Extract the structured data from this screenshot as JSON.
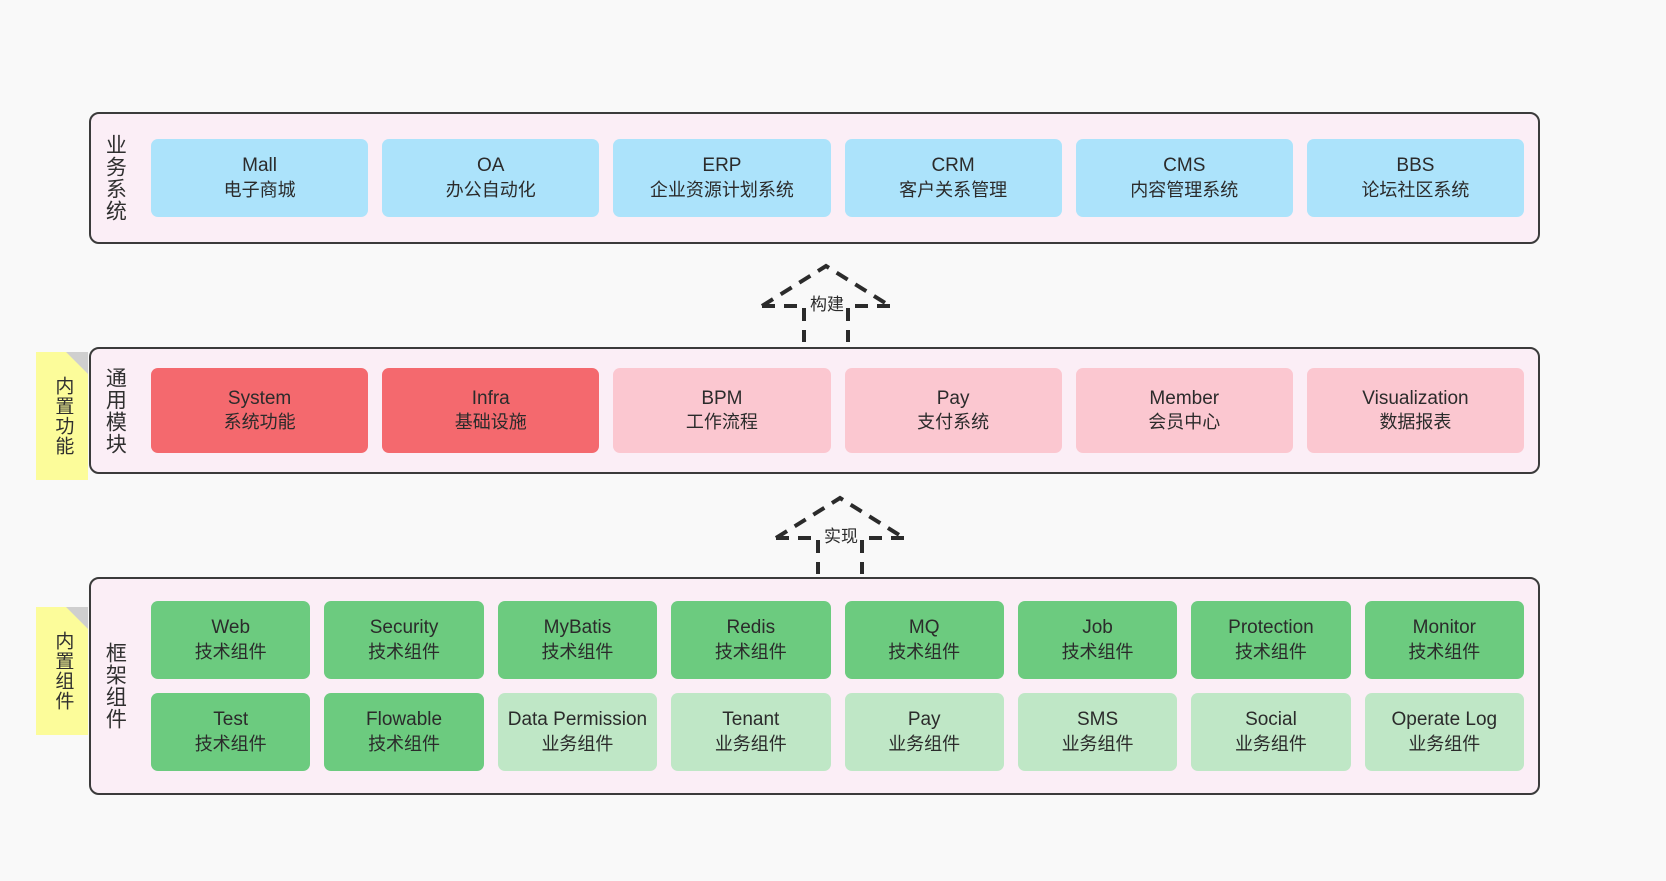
{
  "diagram": {
    "background": "#f9f9f9",
    "layer_fill": "#fbeef6",
    "layer_border": "#3b3b3b",
    "sticky_fill": "#fcfc9a"
  },
  "business_layer": {
    "title": "业务系统",
    "cards": [
      {
        "name": "Mall",
        "desc": "电子商城"
      },
      {
        "name": "OA",
        "desc": "办公自动化"
      },
      {
        "name": "ERP",
        "desc": "企业资源计划系统"
      },
      {
        "name": "CRM",
        "desc": "客户关系管理"
      },
      {
        "name": "CMS",
        "desc": "内容管理系统"
      },
      {
        "name": "BBS",
        "desc": "论坛社区系统"
      }
    ]
  },
  "connector_build": {
    "label": "构建"
  },
  "module_layer": {
    "title": "通用模块",
    "sticky": "内置功能",
    "cards": [
      {
        "name": "System",
        "desc": "系统功能",
        "style": "mod-strong",
        "color": "#f4696e"
      },
      {
        "name": "Infra",
        "desc": "基础设施",
        "style": "mod-strong",
        "color": "#f4696e"
      },
      {
        "name": "BPM",
        "desc": "工作流程",
        "style": "mod-soft",
        "color": "#fbc7d0"
      },
      {
        "name": "Pay",
        "desc": "支付系统",
        "style": "mod-soft",
        "color": "#fbc7d0"
      },
      {
        "name": "Member",
        "desc": "会员中心",
        "style": "mod-soft",
        "color": "#fbc7d0"
      },
      {
        "name": "Visualization",
        "desc": "数据报表",
        "style": "mod-soft",
        "color": "#fbc7d0"
      }
    ]
  },
  "connector_implement": {
    "label": "实现"
  },
  "framework_layer": {
    "title": "框架组件",
    "sticky": "内置组件",
    "row1": [
      {
        "name": "Web",
        "desc": "技术组件",
        "style": "fw-tech",
        "color": "#6ccb7f"
      },
      {
        "name": "Security",
        "desc": "技术组件",
        "style": "fw-tech",
        "color": "#6ccb7f"
      },
      {
        "name": "MyBatis",
        "desc": "技术组件",
        "style": "fw-tech",
        "color": "#6ccb7f"
      },
      {
        "name": "Redis",
        "desc": "技术组件",
        "style": "fw-tech",
        "color": "#6ccb7f"
      },
      {
        "name": "MQ",
        "desc": "技术组件",
        "style": "fw-tech",
        "color": "#6ccb7f"
      },
      {
        "name": "Job",
        "desc": "技术组件",
        "style": "fw-tech",
        "color": "#6ccb7f"
      },
      {
        "name": "Protection",
        "desc": "技术组件",
        "style": "fw-tech",
        "color": "#6ccb7f"
      },
      {
        "name": "Monitor",
        "desc": "技术组件",
        "style": "fw-tech",
        "color": "#6ccb7f"
      }
    ],
    "row2": [
      {
        "name": "Test",
        "desc": "技术组件",
        "style": "fw-tech",
        "color": "#6ccb7f"
      },
      {
        "name": "Flowable",
        "desc": "技术组件",
        "style": "fw-tech",
        "color": "#6ccb7f"
      },
      {
        "name": "Data Permission",
        "desc": "业务组件",
        "style": "fw-biz",
        "color": "#bfe7c6"
      },
      {
        "name": "Tenant",
        "desc": "业务组件",
        "style": "fw-biz",
        "color": "#bfe7c6"
      },
      {
        "name": "Pay",
        "desc": "业务组件",
        "style": "fw-biz",
        "color": "#bfe7c6"
      },
      {
        "name": "SMS",
        "desc": "业务组件",
        "style": "fw-biz",
        "color": "#bfe7c6"
      },
      {
        "name": "Social",
        "desc": "业务组件",
        "style": "fw-biz",
        "color": "#bfe7c6"
      },
      {
        "name": "Operate Log",
        "desc": "业务组件",
        "style": "fw-biz",
        "color": "#bfe7c6"
      }
    ]
  }
}
